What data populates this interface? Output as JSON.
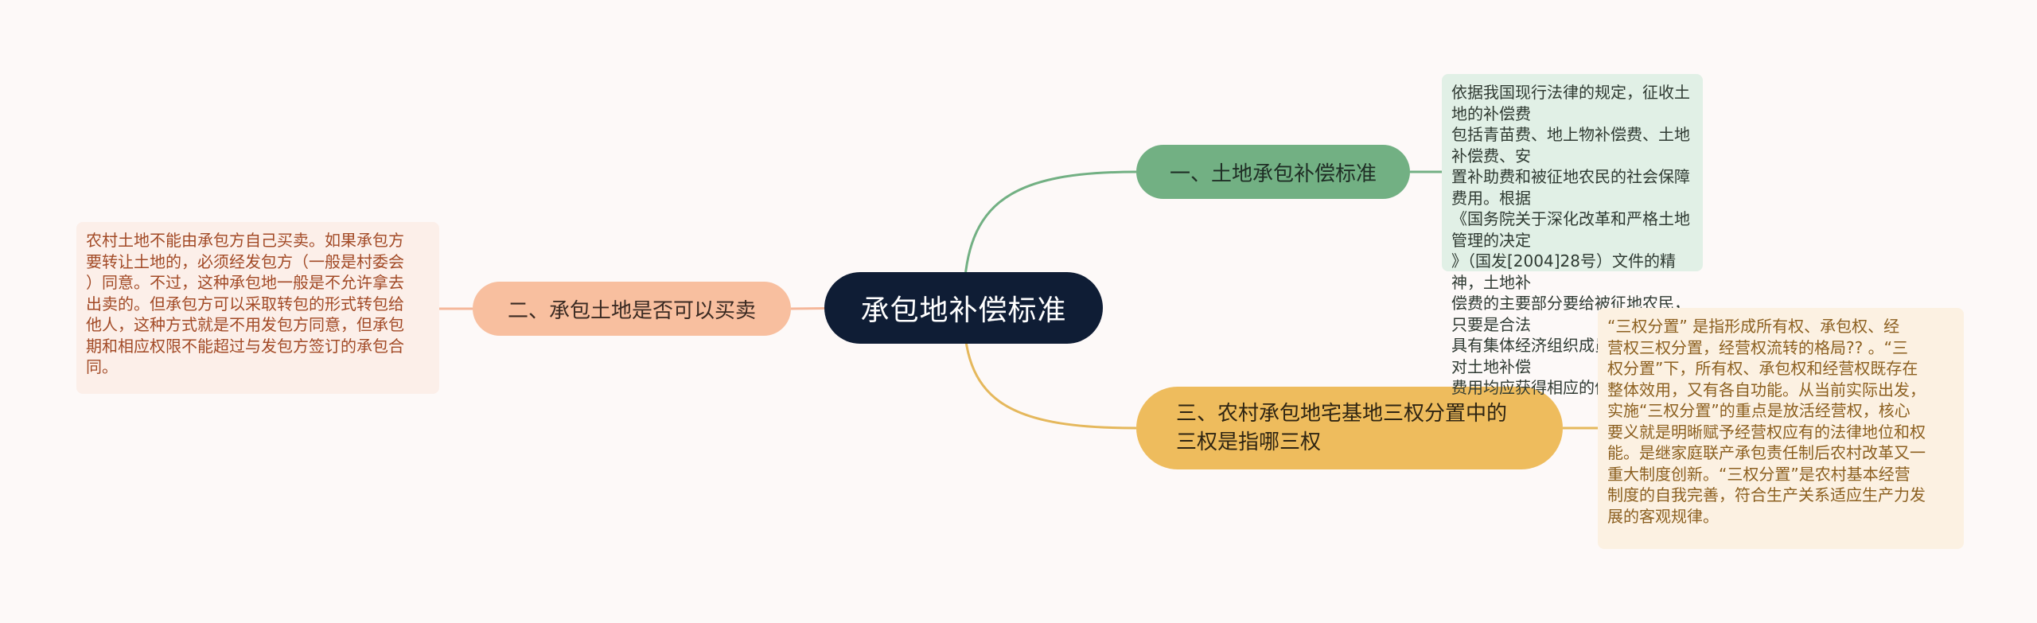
{
  "root": {
    "label": "承包地补偿标准"
  },
  "branches": [
    {
      "label": "一、土地承包补偿标准",
      "color": "#72b083",
      "note": "依据我国现行法律的规定，征收土地的补偿费\n包括青苗费、地上物补偿费、土地补偿费、安\n置补助费和被征地农民的社会保障费用。根据\n《国务院关于深化改革和严格土地管理的决定\n》（国发[2004]28号）文件的精神，土地补\n偿费的主要部分要给被征地农民，只要是合法\n具有集体经济组织成员资格的人，对土地补偿\n费用均应获得相应的份额。"
    },
    {
      "label": "二、承包土地是否可以买卖",
      "color": "#f8bf9f",
      "note": "农村土地不能由承包方自己买卖。如果承包方\n要转让土地的，必须经发包方（一般是村委会\n）同意。不过，这种承包地一般是不允许拿去\n出卖的。但承包方可以采取转包的形式转包给\n他人，这种方式就是不用发包方同意，但承包\n期和相应权限不能超过与发包方签订的承包合\n同。"
    },
    {
      "label": "三、农村承包地宅基地三权分置中的三权是指哪三权",
      "color": "#eebc5d",
      "note": "“三权分置” 是指形成所有权、承包权、经\n营权三权分置，经营权流转的格局?? 。“三\n权分置”下，所有权、承包权和经营权既存在\n整体效用，又有各自功能。从当前实际出发，\n实施“三权分置”的重点是放活经营权，核心\n要义就是明晰赋予经营权应有的法律地位和权\n能。是继家庭联产承包责任制后农村改革又一\n重大制度创新。“三权分置”是农村基本经营\n制度的自我完善，符合生产关系适应生产力发\n展的客观规律。"
    }
  ]
}
